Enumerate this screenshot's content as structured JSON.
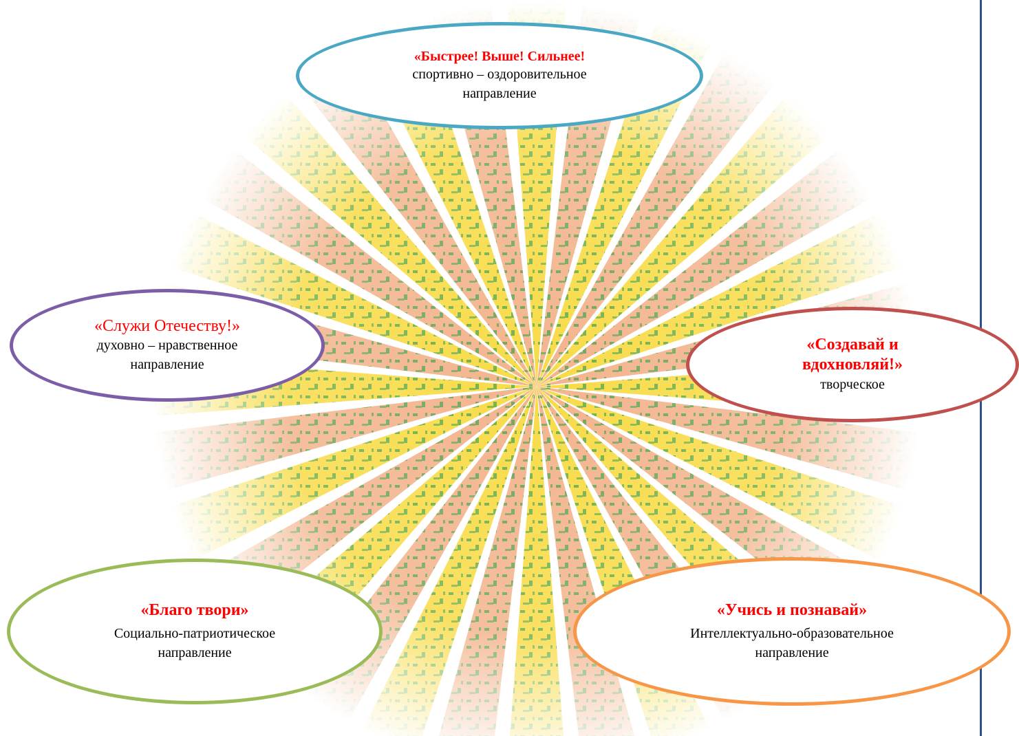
{
  "colors": {
    "ray_yellow": "#f6d21a",
    "ray_orange": "#f0a170",
    "ray_green": "#3ea24b",
    "title_red": "#ff0000",
    "page_border": "#2e4f8a"
  },
  "bubbles": {
    "sport": {
      "title": "«Быстрее! Выше! Сильнее!",
      "desc_line1": "спортивно – оздоровительное",
      "desc_line2": "направление",
      "border_color": "#4aa8c4"
    },
    "fatherland": {
      "title": "«Служи Отечеству!»",
      "desc_line1": "духовно – нравственное",
      "desc_line2": "направление",
      "border_color": "#7b5ea7"
    },
    "create": {
      "title_line1": "«Создавай и",
      "title_line2": "вдохновляй!»",
      "desc_line1": "творческое",
      "border_color": "#c0504d"
    },
    "good": {
      "title": "«Благо твори»",
      "desc_line1": "Социально-патриотическое",
      "desc_line2": "направление",
      "border_color": "#9bbb59"
    },
    "learn": {
      "title": "«Учись и познавай»",
      "desc_line1": "Интеллектуально-образовательное",
      "desc_line2": "направление",
      "border_color": "#f79646"
    }
  }
}
